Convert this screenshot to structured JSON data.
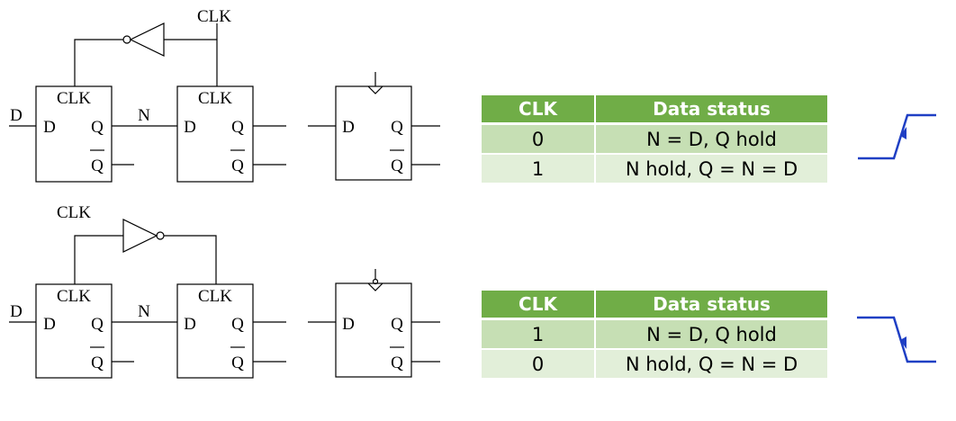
{
  "top_circuit": {
    "clk_label": "CLK",
    "input_label": "D",
    "node_label": "N",
    "ff1": {
      "clk_label": "CLK",
      "d_label": "D",
      "q_label": "Q",
      "qbar_label": "Q"
    },
    "ff2": {
      "clk_label": "CLK",
      "d_label": "D",
      "q_label": "Q",
      "qbar_label": "Q"
    },
    "symbol": {
      "d_label": "D",
      "q_label": "Q",
      "qbar_label": "Q"
    }
  },
  "bottom_circuit": {
    "clk_label": "CLK",
    "input_label": "D",
    "node_label": "N",
    "ff1": {
      "clk_label": "CLK",
      "d_label": "D",
      "q_label": "Q",
      "qbar_label": "Q"
    },
    "ff2": {
      "clk_label": "CLK",
      "d_label": "D",
      "q_label": "Q",
      "qbar_label": "Q"
    },
    "symbol": {
      "d_label": "D",
      "q_label": "Q",
      "qbar_label": "Q"
    }
  },
  "table_top": {
    "headers": [
      "CLK",
      "Data status"
    ],
    "rows": [
      [
        "0",
        "N = D, Q hold"
      ],
      [
        "1",
        "N hold, Q = N = D"
      ]
    ]
  },
  "table_bottom": {
    "headers": [
      "CLK",
      "Data status"
    ],
    "rows": [
      [
        "1",
        "N = D, Q hold"
      ],
      [
        "0",
        "N hold, Q = N = D"
      ]
    ]
  },
  "edge_color": "#1f3fc4",
  "header_color": "#70ad47",
  "row_colors": [
    "#c6dfb4",
    "#e2efd9"
  ]
}
